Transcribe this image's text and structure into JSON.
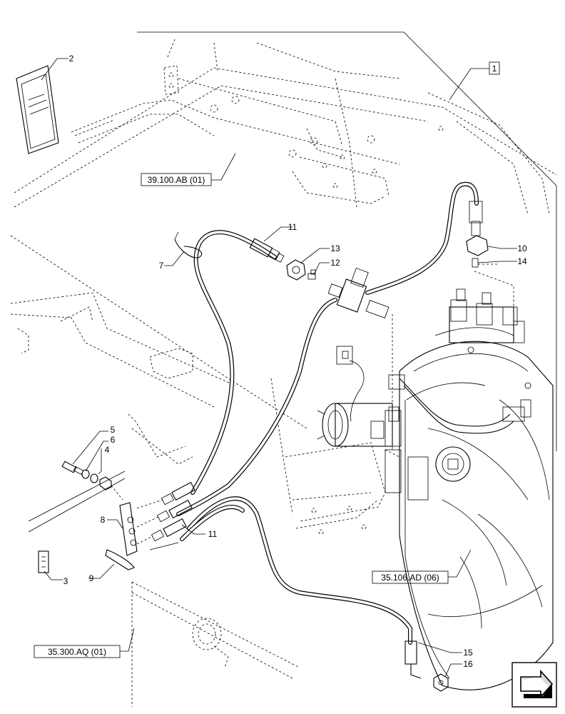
{
  "diagram": {
    "callouts": [
      {
        "id": "c1",
        "label": "1"
      },
      {
        "id": "c2",
        "label": "2"
      },
      {
        "id": "c3",
        "label": "3"
      },
      {
        "id": "c4",
        "label": "4"
      },
      {
        "id": "c5",
        "label": "5"
      },
      {
        "id": "c6",
        "label": "6"
      },
      {
        "id": "c7",
        "label": "7"
      },
      {
        "id": "c8",
        "label": "8"
      },
      {
        "id": "c9",
        "label": "9"
      },
      {
        "id": "c10",
        "label": "10"
      },
      {
        "id": "c11a",
        "label": "11"
      },
      {
        "id": "c11b",
        "label": "11"
      },
      {
        "id": "c12",
        "label": "12"
      },
      {
        "id": "c13",
        "label": "13"
      },
      {
        "id": "c14",
        "label": "14"
      },
      {
        "id": "c15",
        "label": "15"
      },
      {
        "id": "c16",
        "label": "16"
      }
    ],
    "references": [
      {
        "id": "r1",
        "label": "39.100.AB (01)"
      },
      {
        "id": "r2",
        "label": "35.106.AD (06)"
      },
      {
        "id": "r3",
        "label": "35.300.AQ (01)"
      }
    ]
  }
}
